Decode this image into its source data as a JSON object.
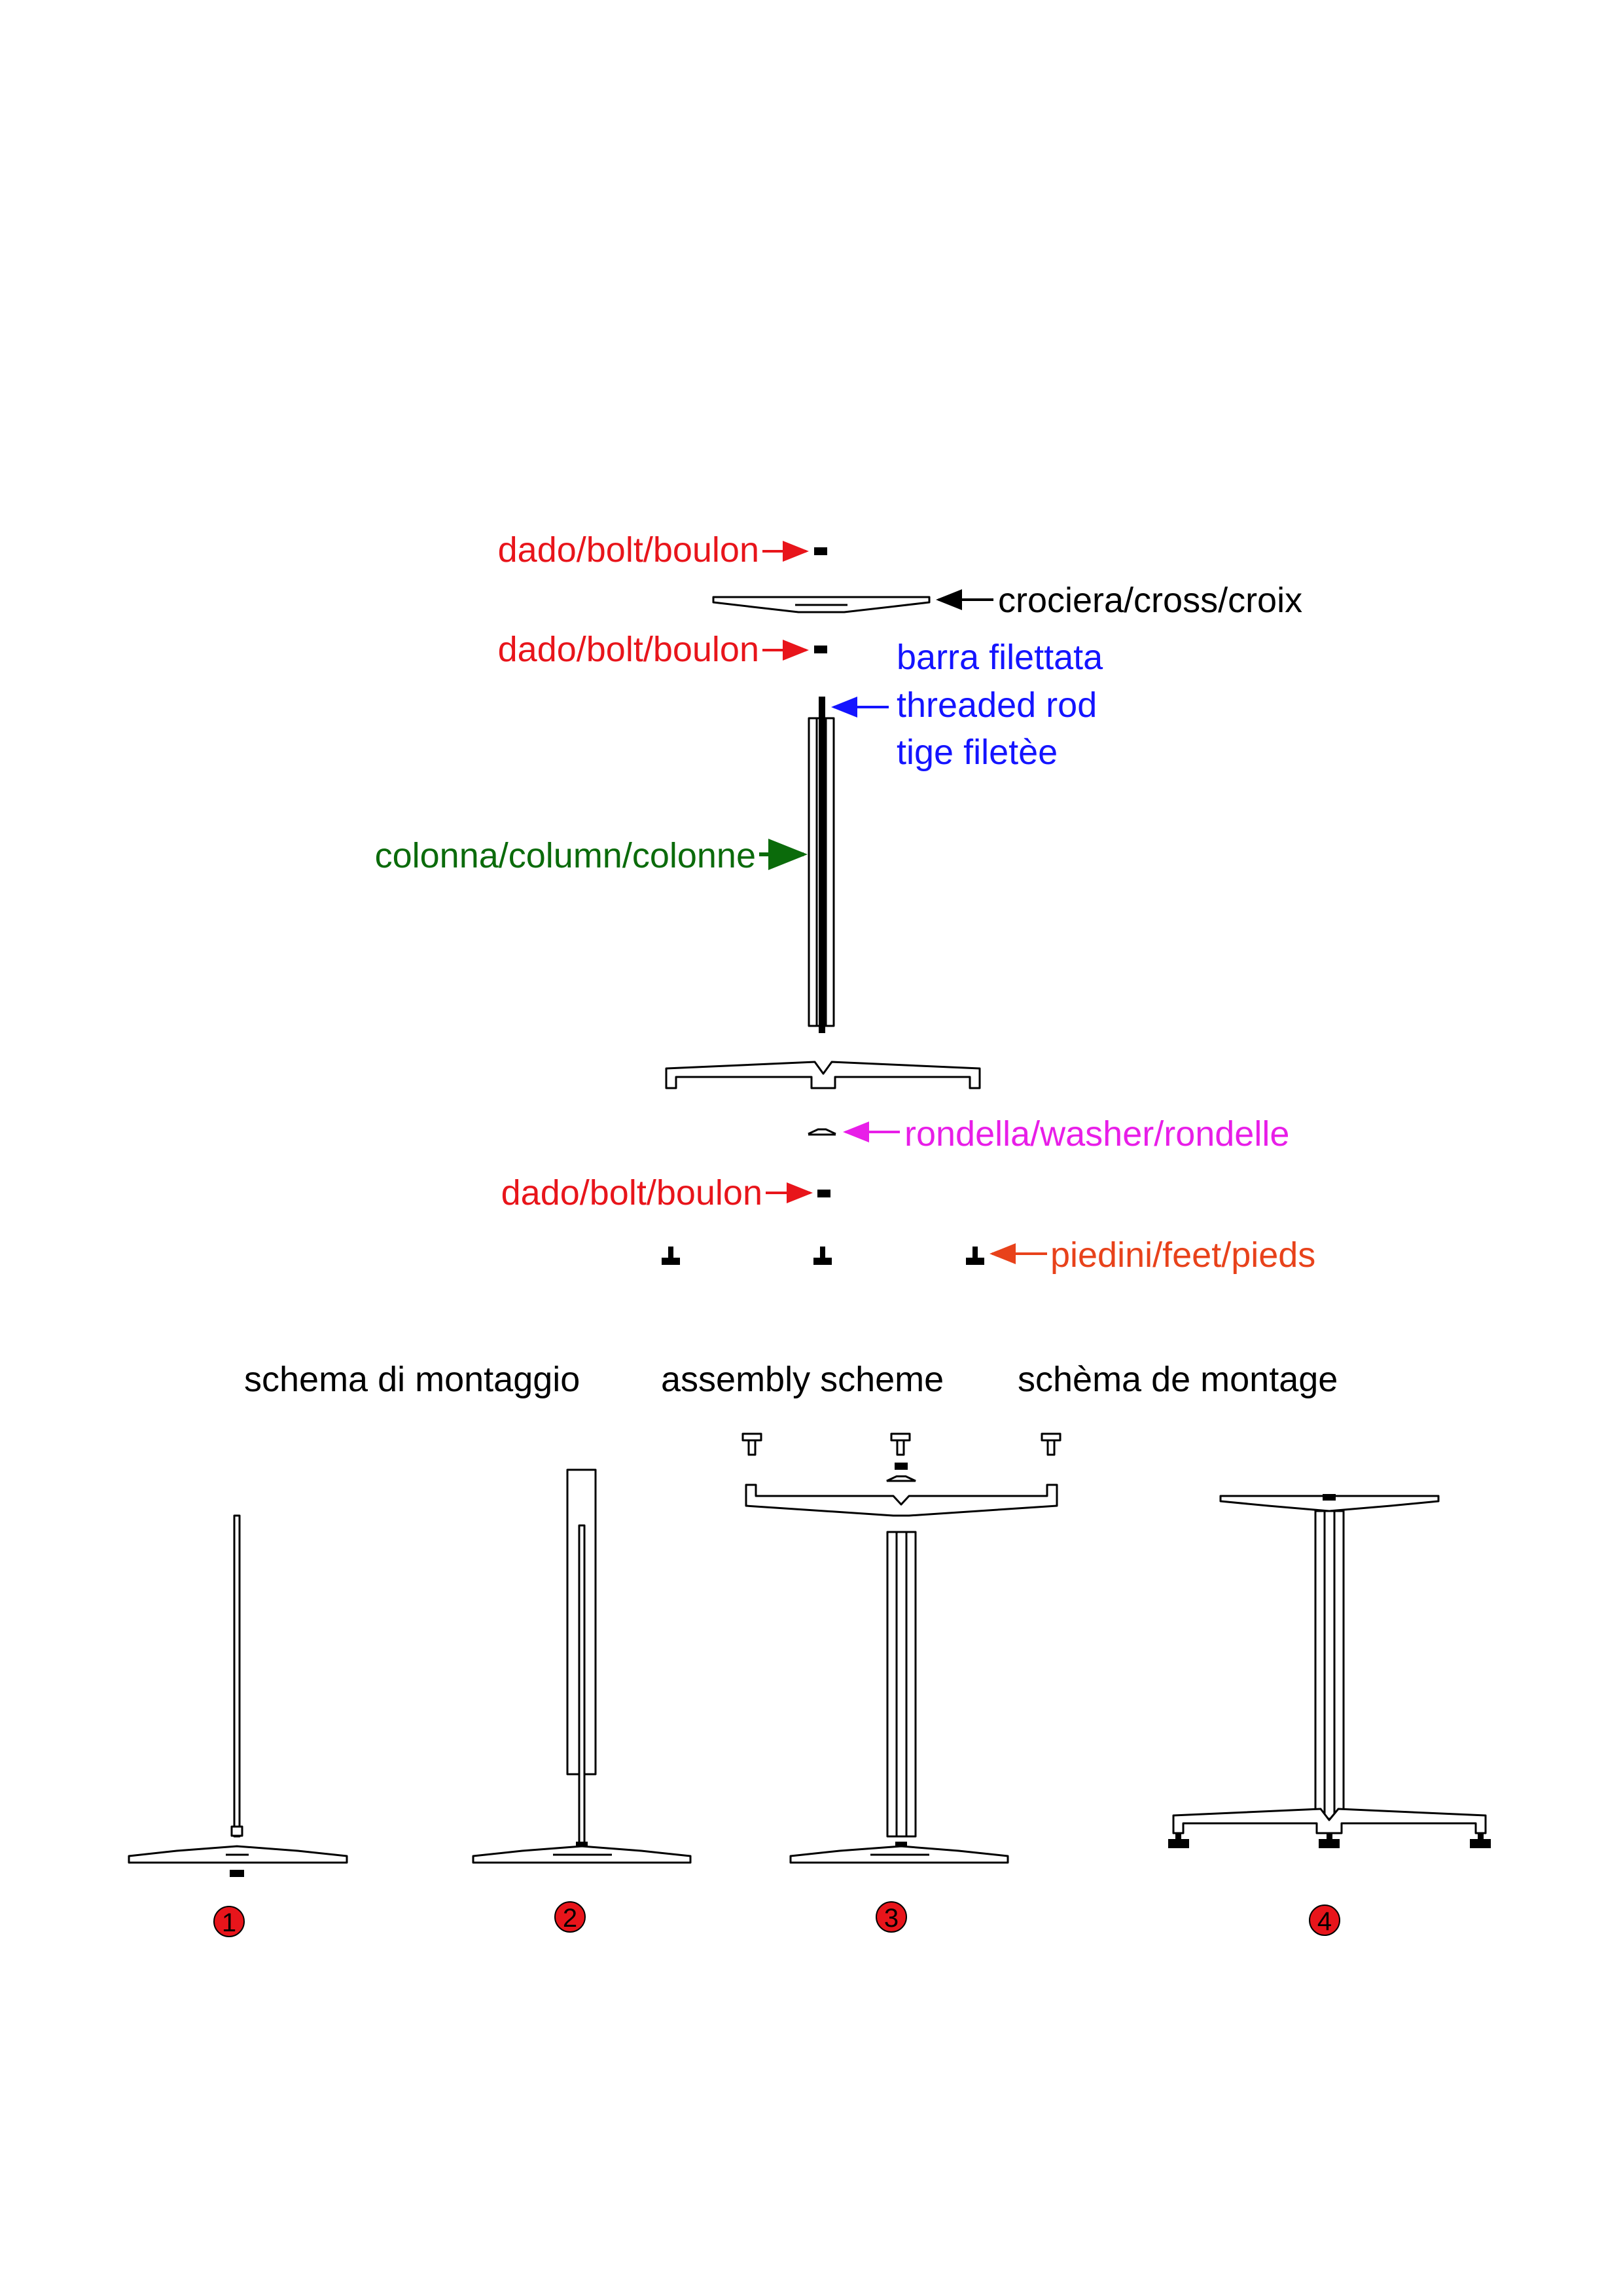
{
  "labels": {
    "nut_top": "dado/bolt/boulon",
    "cross": "crociera/cross/croix",
    "nut_mid": "dado/bolt/boulon",
    "rod_line1": "barra filettata",
    "rod_line2": "threaded rod",
    "rod_line3": "tige filetèe",
    "column": "colonna/column/colonne",
    "washer": "rondella/washer/rondelle",
    "nut_bottom": "dado/bolt/boulon",
    "feet": "piedini/feet/pieds"
  },
  "scheme_titles": {
    "it": "schema di montaggio",
    "en": "assembly scheme",
    "fr": "schèma de montage"
  },
  "steps": [
    "1",
    "2",
    "3",
    "4"
  ],
  "colors": {
    "nut": "#e8151b",
    "cross": "#000000",
    "rod": "#1414ff",
    "column": "#0b6b0b",
    "washer": "#e81ee8",
    "feet": "#e8421b",
    "step_badge": "#e8151b",
    "outline": "#000000"
  }
}
